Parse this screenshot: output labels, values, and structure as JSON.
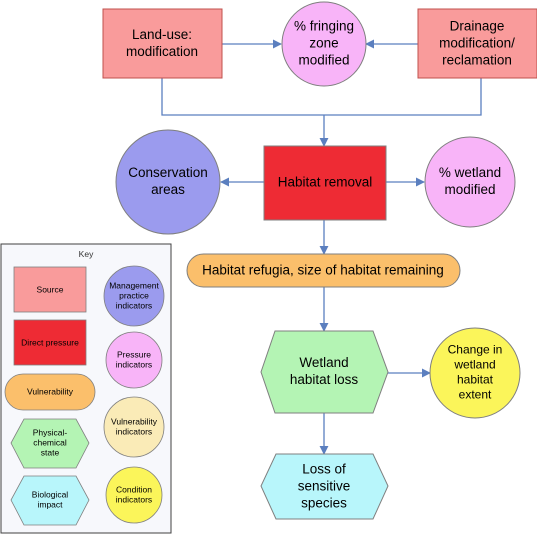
{
  "colors": {
    "source": "#f99b9b",
    "direct_pressure": "#ee2b34",
    "management": "#9b9bee",
    "pressure": "#f8b4f8",
    "vulnerability": "#fbbf6b",
    "physical_chemical": "#b4f4b4",
    "biological": "#b8f6fb",
    "condition": "#fbf55a",
    "connector": "#5b7fbf",
    "key_bg": "#f7f8fc"
  },
  "nodes": {
    "land_use": [
      "Land-use:",
      "modification"
    ],
    "fringing": [
      "% fringing",
      "zone",
      "modified"
    ],
    "drainage": [
      "Drainage",
      "modification/",
      "reclamation"
    ],
    "conservation": [
      "Conservation",
      "areas"
    ],
    "habitat_removal": [
      "Habitat removal"
    ],
    "wetland_modified": [
      "% wetland",
      "modified"
    ],
    "refugia": [
      "Habitat refugia, size of habitat remaining"
    ],
    "wetland_loss": [
      "Wetland",
      "habitat loss"
    ],
    "extent": [
      "Change in",
      "wetland",
      "habitat",
      "extent"
    ],
    "sensitive": [
      "Loss of",
      "sensitive",
      "species"
    ]
  },
  "key": {
    "title": "Key",
    "source": [
      "Source"
    ],
    "direct_pressure": [
      "Direct pressure"
    ],
    "vulnerability": [
      "Vulnerability"
    ],
    "physical_chemical": [
      "Physical-",
      "chemical",
      "state"
    ],
    "biological": [
      "Biological",
      "impact"
    ],
    "management": [
      "Management",
      "practice",
      "indicators"
    ],
    "pressure": [
      "Pressure",
      "indicators"
    ],
    "vulnerability_ind": [
      "Vulnerability",
      "indicators"
    ],
    "condition": [
      "Condition",
      "indicators"
    ]
  }
}
